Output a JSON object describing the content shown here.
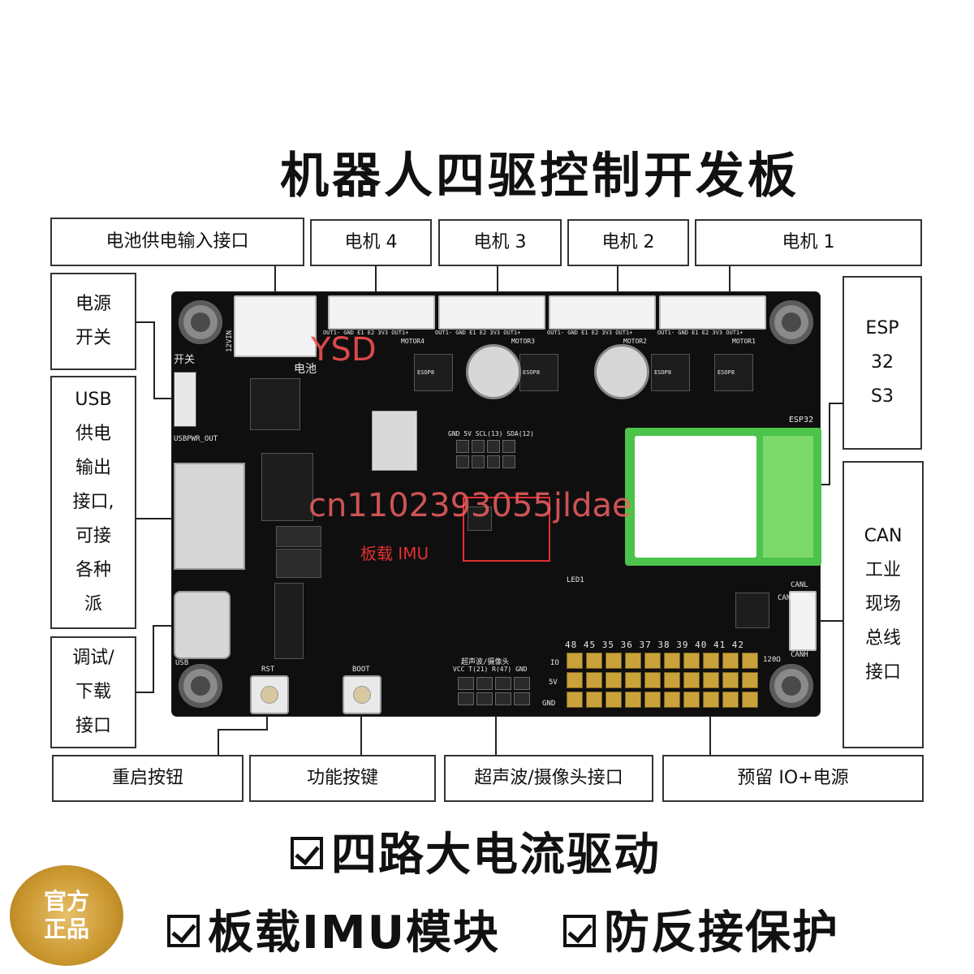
{
  "title": "机器人四驱控制开发板",
  "labels": {
    "battery_input": "电池供电输入接口",
    "motor4": "电机 4",
    "motor3": "电机 3",
    "motor2": "电机 2",
    "motor1": "电机 1",
    "power_switch": [
      "电源",
      "开关"
    ],
    "usb_out": [
      "USB",
      "供电",
      "输出",
      "接口,",
      "可接",
      "各种",
      "派"
    ],
    "debug": [
      "调试/",
      "下载",
      "接口"
    ],
    "esp": [
      "ESP",
      "32",
      "S3"
    ],
    "can": [
      "CAN",
      "工业",
      "现场",
      "总线",
      "接口"
    ],
    "reset": "重启按钮",
    "func": "功能按键",
    "ultra": "超声波/摄像头接口",
    "reserve": "预留 IO+电源"
  },
  "board": {
    "imu_label": "板载 IMU",
    "silk_switch": "开关",
    "silk_battery": "电池",
    "silk_12v": "12VIN",
    "silk_usbpwr": "USBPWR_OUT",
    "silk_esp32": "ESP32",
    "silk_motor4": "MOTOR4",
    "silk_motor3": "MOTOR3",
    "silk_motor2": "MOTOR2",
    "silk_motor1": "MOTOR1",
    "silk_motor_pins": "OUT1- GND E1 E2 3V3 OUT1+",
    "silk_oled": "GND 5V SCL(13) SDA(12)",
    "silk_ultra": "VCC T(21) R(47) GND",
    "silk_ultra_title": "超声波/摄像头",
    "silk_rst": "RST",
    "silk_boot": "BOOT",
    "silk_usb": "USB",
    "silk_io_nums": "48 45 35 36 37 38 39 40 41 42",
    "silk_io": "IO",
    "silk_5v": "5V",
    "silk_gnd": "GND",
    "silk_canl": "CANL",
    "silk_canh": "CANH",
    "silk_can": "CAN",
    "silk_120": "120Ω",
    "silk_led": "LED1",
    "silk_esop": "ESOP8"
  },
  "watermarks": {
    "wm1": "YSD",
    "wm2": "cn1102393055jldae"
  },
  "features": {
    "f1": "四路大电流驱动",
    "f2": "板载IMU模块",
    "f3": "防反接保护"
  },
  "seal": [
    "官方",
    "正品"
  ]
}
